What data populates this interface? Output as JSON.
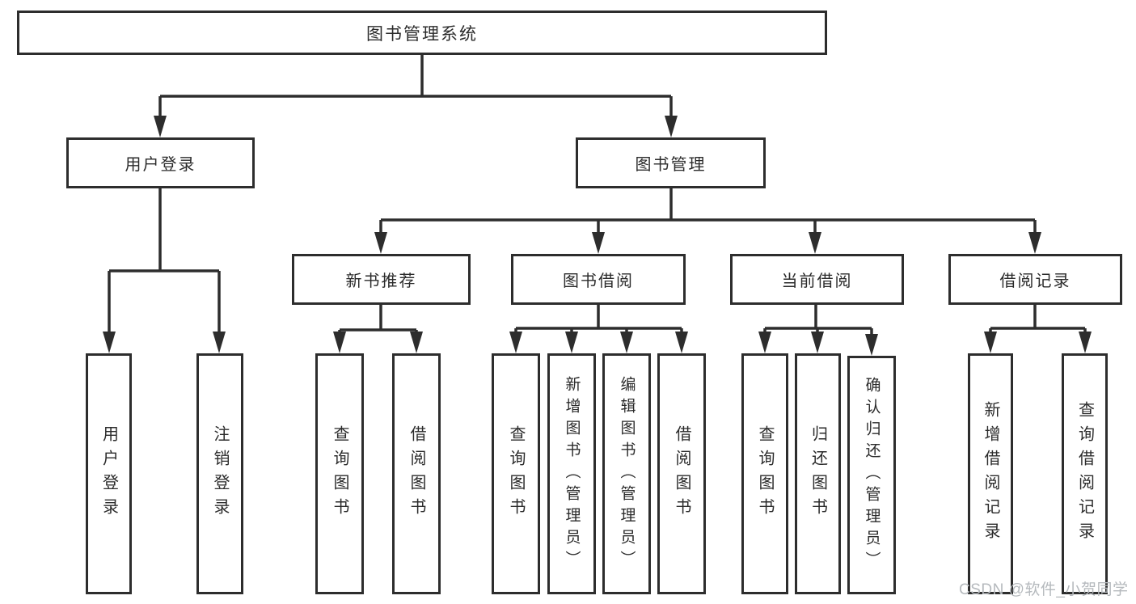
{
  "tree": {
    "root": {
      "label": "图书管理系统"
    },
    "branches": [
      {
        "label": "用户登录",
        "children": [
          {
            "label": "用户登录"
          },
          {
            "label": "注销登录"
          }
        ]
      },
      {
        "label": "图书管理",
        "children": [
          {
            "label": "新书推荐",
            "children": [
              {
                "label": "查询图书"
              },
              {
                "label": "借阅图书"
              }
            ]
          },
          {
            "label": "图书借阅",
            "children": [
              {
                "label": "查询图书"
              },
              {
                "label": "新增图书（管理员）"
              },
              {
                "label": "编辑图书（管理员）"
              },
              {
                "label": "借阅图书"
              }
            ]
          },
          {
            "label": "当前借阅",
            "children": [
              {
                "label": "查询图书"
              },
              {
                "label": "归还图书"
              },
              {
                "label": "确认归还（管理员）"
              }
            ]
          },
          {
            "label": "借阅记录",
            "children": [
              {
                "label": "新增借阅记录"
              },
              {
                "label": "查询借阅记录"
              }
            ]
          }
        ]
      }
    ]
  },
  "watermark": {
    "text": "CSDN @软件_小贺同学"
  },
  "colors": {
    "line": "#2d2d2d",
    "text": "#2b2b2b",
    "watermark": "#b5b9bd",
    "background": "#ffffff"
  }
}
